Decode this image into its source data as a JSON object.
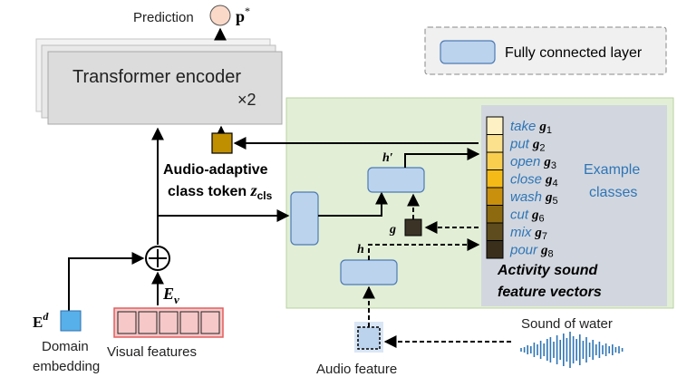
{
  "prediction": {
    "label": "Prediction",
    "symbol_main": "p",
    "symbol_sup": "*"
  },
  "encoder": {
    "label": "Transformer encoder",
    "repeat": "×2"
  },
  "legend": {
    "label": "Fully connected layer"
  },
  "class_token": {
    "line1": "Audio-adaptive",
    "line2_text": "class token ",
    "symbol_main": "z",
    "symbol_sub": "cls"
  },
  "h_prime": "h′",
  "h": "h",
  "g": "g",
  "ev": {
    "main": "E",
    "sub": "v"
  },
  "ed": {
    "main": "E",
    "sup": "d"
  },
  "domain": {
    "line1": "Domain",
    "line2": "embedding"
  },
  "visual_features": "Visual features",
  "audio_feature": "Audio feature",
  "sound_of_water": "Sound of water",
  "example_classes": {
    "line1": "Example",
    "line2": "classes"
  },
  "activity_sound": {
    "line1": "Activity sound",
    "line2": "feature vectors"
  },
  "classes": [
    {
      "name": "take",
      "symbol": "g",
      "index": "1",
      "color": "#fdf0c4"
    },
    {
      "name": "put",
      "symbol": "g",
      "index": "2",
      "color": "#fbe08d"
    },
    {
      "name": "open",
      "symbol": "g",
      "index": "3",
      "color": "#f9cd4e"
    },
    {
      "name": "close",
      "symbol": "g",
      "index": "4",
      "color": "#f4ba17"
    },
    {
      "name": "wash",
      "symbol": "g",
      "index": "5",
      "color": "#c9900d"
    },
    {
      "name": "cut",
      "symbol": "g",
      "index": "6",
      "color": "#8d6a10"
    },
    {
      "name": "mix",
      "symbol": "g",
      "index": "7",
      "color": "#5e4c1e"
    },
    {
      "name": "pour",
      "symbol": "g",
      "index": "8",
      "color": "#3a2f1b"
    }
  ],
  "colors": {
    "green_panel": "#e2efd6",
    "gray_panel": "#d2d7df",
    "fc_fill": "#bcd3ed",
    "fc_stroke": "#4d7bb5",
    "token": "#bf8f00",
    "g_box": "#3b3326",
    "ed_box": "#58b0ea",
    "visual": "#f6c8c8",
    "visual_stroke": "#e35e5e",
    "class_text": "#2e75b6",
    "waveform": "#2e75b6",
    "prediction_circle": "#fbd9c9"
  }
}
